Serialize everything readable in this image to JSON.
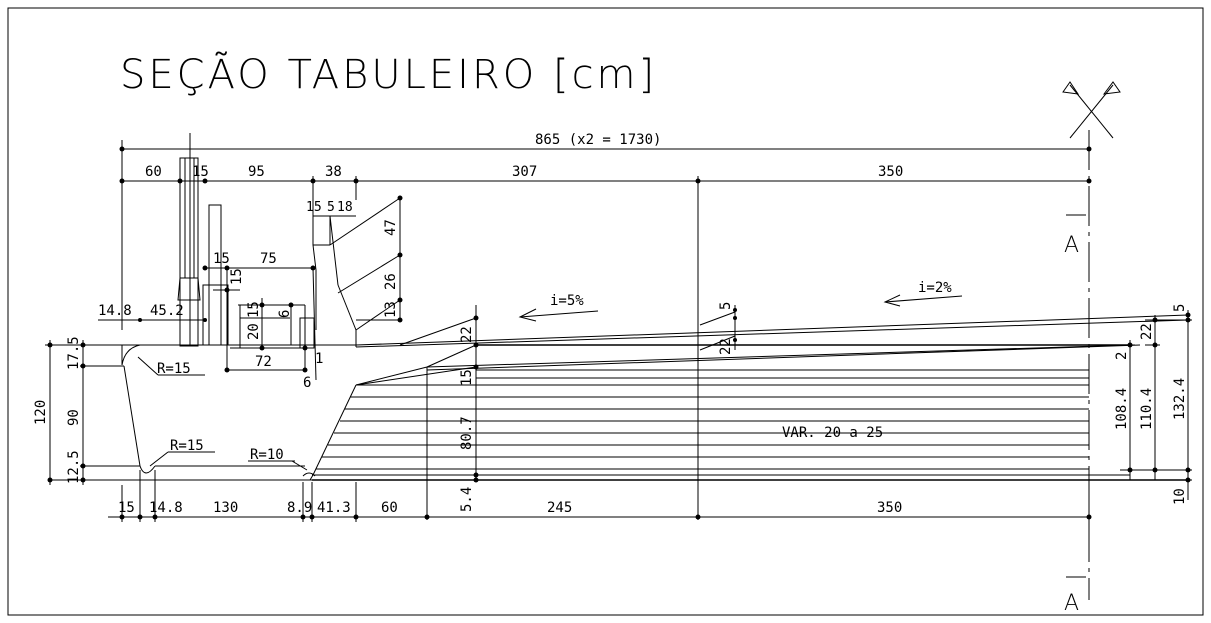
{
  "title": "SEÇÃO TABULEIRO [cm]",
  "section_marks": [
    "A",
    "A"
  ],
  "slope_labels": [
    "i=5%",
    "i=2%"
  ],
  "radius_labels": [
    "R=15",
    "R=15",
    "R=10"
  ],
  "var_label": "VAR. 20 a 25",
  "top_dims": {
    "total": "865 (x2 = 1730)",
    "row": [
      "60",
      "15",
      "95",
      "38",
      "307",
      "350"
    ]
  },
  "bottom_dims": [
    "15",
    "14.8",
    "130",
    "8.9",
    "41.3",
    "60",
    "245",
    "350"
  ],
  "left_dims": [
    "120",
    "17.5",
    "90",
    "12.5"
  ],
  "right_dims": [
    "5",
    "22",
    "2",
    "108.4",
    "110.4",
    "132.4",
    "10"
  ],
  "detail_dims": {
    "parapet_left": [
      "14.8",
      "45.2"
    ],
    "curb": [
      "15",
      "75",
      "15",
      "20",
      "15",
      "6",
      "72",
      "1",
      "6"
    ],
    "barrier": [
      "15",
      "5",
      "18",
      "47",
      "26",
      "13"
    ],
    "slab": [
      "22",
      "15",
      "80.7",
      "5.4",
      "5",
      "22"
    ]
  }
}
